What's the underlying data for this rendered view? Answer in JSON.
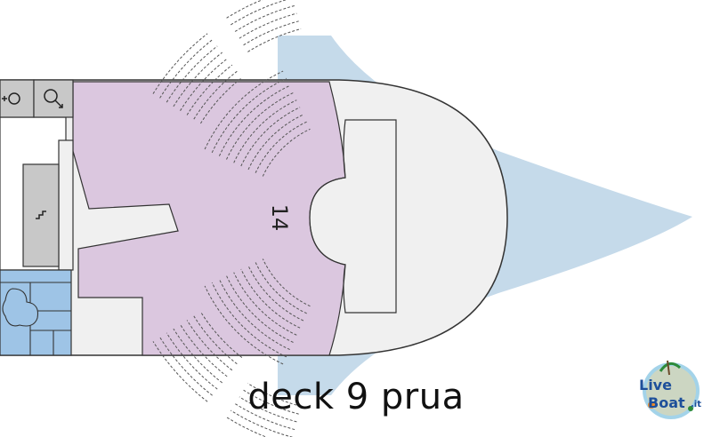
{
  "title": "deck 9 prua",
  "zone_number": "14",
  "logo": {
    "line1": "Live",
    "line2": "Boat",
    "suffix": ".it"
  },
  "colors": {
    "sea_shape": "#c5daea",
    "hull_fill": "#f0f0f0",
    "hull_stroke": "#333333",
    "theatre_fill": "#dbc7df",
    "service_gray": "#c8c8c8",
    "cabin_blue": "#9ec4e6",
    "seat_stroke": "#555555"
  },
  "icons": [
    "restroom-icon",
    "accessible-restroom-icon",
    "stairs-icon"
  ]
}
